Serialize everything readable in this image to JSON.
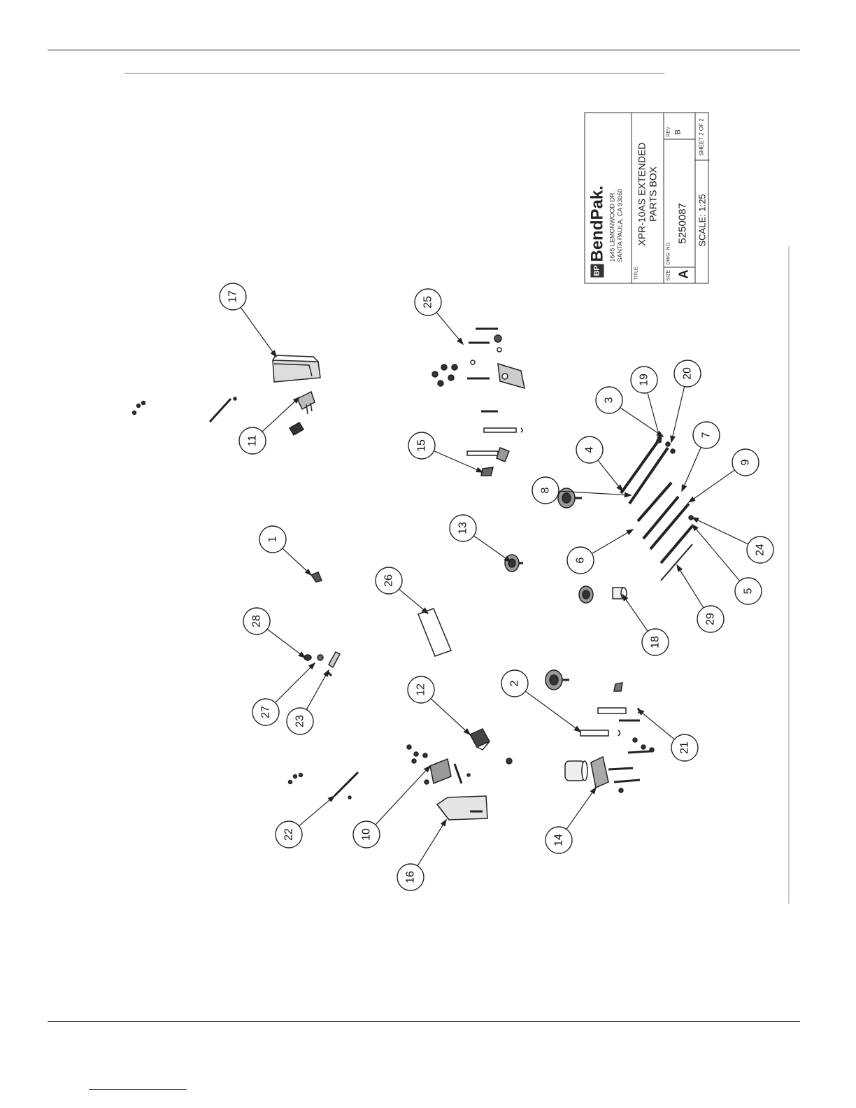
{
  "title_block": {
    "logo_mark": "BP",
    "brand": "BendPak.",
    "address_line1": "1645 LEMONWOOD DR.",
    "address_line2": "SANTA PAULA, CA 93060",
    "title_label": "TITLE:",
    "title_line1": "XPR-10AS EXTENDED",
    "title_line2": "PARTS BOX",
    "size_label": "SIZE",
    "size_value": "A",
    "dwg_label": "DWG. NO.",
    "dwg_value": "5250087",
    "rev_label": "REV",
    "rev_value": "B",
    "scale": "SCALE: 1:25",
    "sheet": "SHEET 2 OF 2"
  },
  "balloons": [
    "17",
    "25",
    "11",
    "19",
    "20",
    "3",
    "15",
    "4",
    "8",
    "7",
    "9",
    "13",
    "6",
    "1",
    "24",
    "26",
    "5",
    "28",
    "29",
    "18",
    "12",
    "2",
    "27",
    "23",
    "21",
    "22",
    "10",
    "14",
    "16"
  ]
}
